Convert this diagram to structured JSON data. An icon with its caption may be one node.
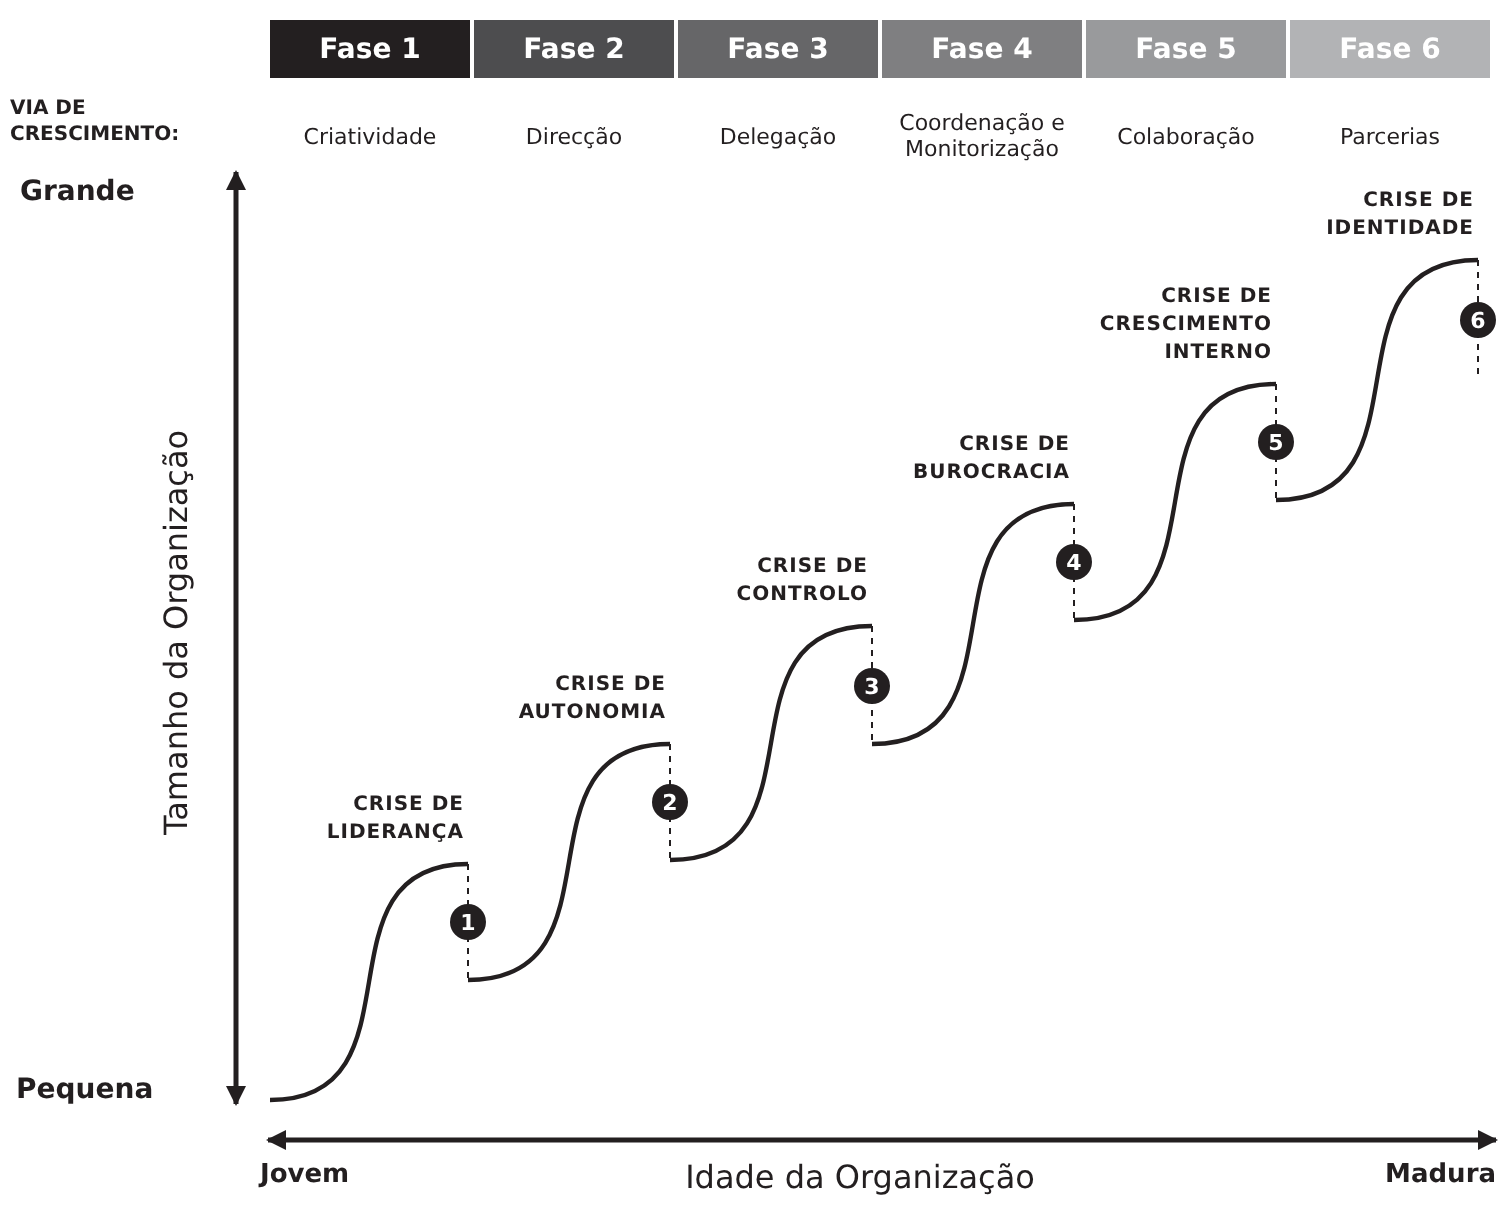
{
  "diagram": {
    "nodes": [
      {
        "text": [
          "Fase 1"
        ]
      },
      {
        "text": [
          "Fase 2"
        ]
      },
      {
        "text": [
          "Fase 3"
        ]
      },
      {
        "text": [
          "Fase 4"
        ]
      },
      {
        "text": [
          "Fase 5"
        ]
      },
      {
        "text": [
          "Fase 6"
        ]
      },
      {
        "text": [
          "1"
        ]
      },
      {
        "text": [
          "2"
        ]
      },
      {
        "text": [
          "3"
        ]
      },
      {
        "text": [
          "4"
        ]
      },
      {
        "text": [
          "5"
        ]
      },
      {
        "text": [
          "6"
        ]
      }
    ],
    "labels": [
      "VIA DE CRESCIMENTO:",
      "Criatividade",
      "Direcção",
      "Delegação",
      "Coordenação e Monitorização",
      "Colaboração",
      "Parcerias",
      "Grande",
      "CRISE DE IDENTIDADE",
      "CRISE DE CRESCIMENTO INTERNO",
      "CRISE DE BUROCRACIA",
      "CRISE DE CONTROLO",
      "CRISE DE AUTONOMIA",
      "Tamanho da Organização",
      "CRISE DE LIDERANÇA",
      "Pequena",
      "Jovem",
      "Idade da Organização",
      "Madura"
    ]
  }
}
